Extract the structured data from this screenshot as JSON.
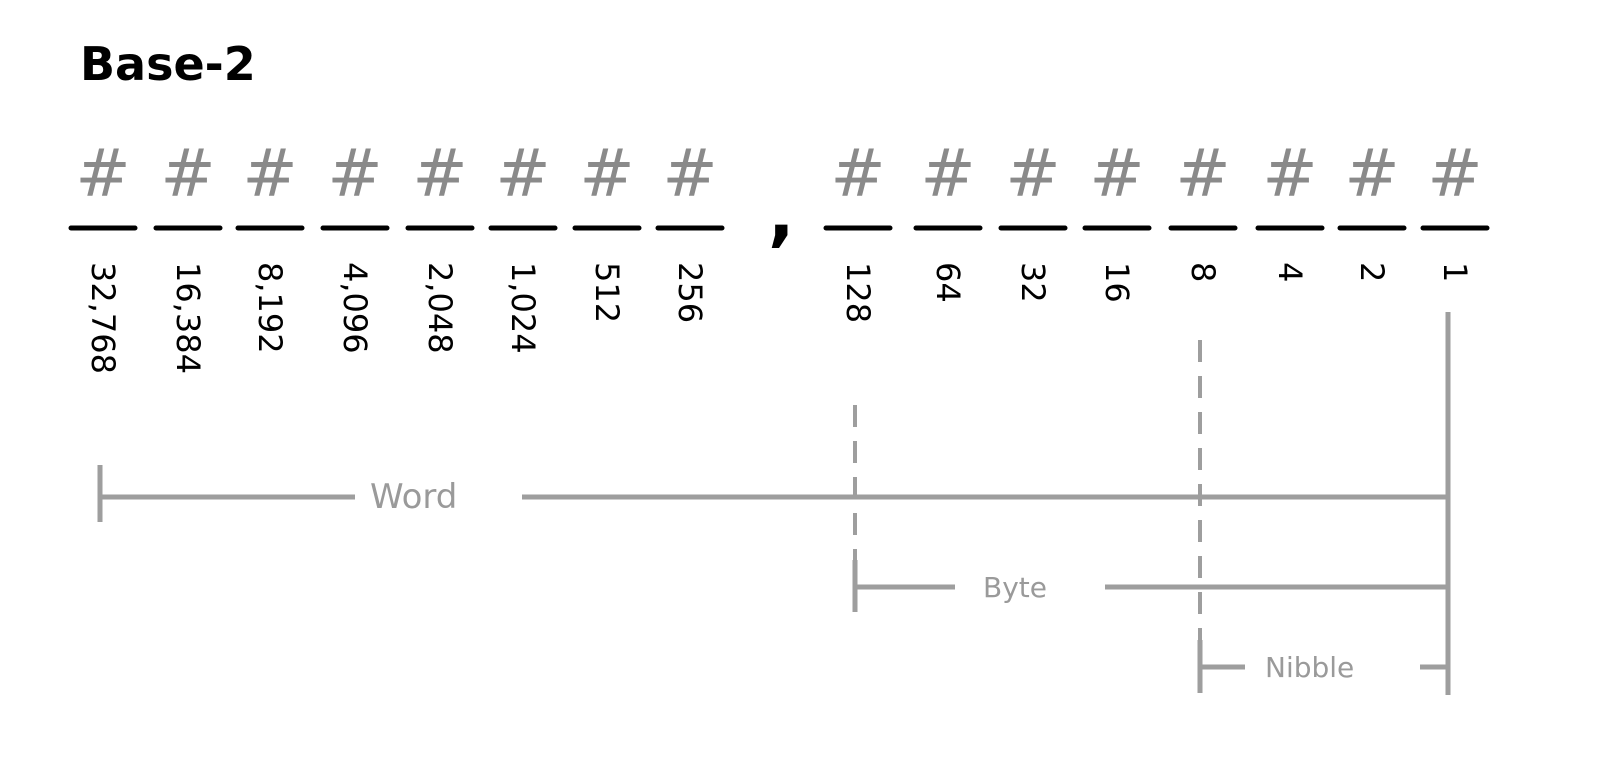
{
  "title": "Base-2",
  "digit_symbol": "#",
  "separator": ",",
  "place_values": [
    "32,768",
    "16,384",
    "8,192",
    "4,096",
    "2,048",
    "1,024",
    "512",
    "256",
    "128",
    "64",
    "32",
    "16",
    "8",
    "4",
    "2",
    "1"
  ],
  "groups": {
    "word": "Word",
    "byte": "Byte",
    "nibble": "Nibble"
  },
  "colors": {
    "ink": "#000000",
    "annotation": "#9e9e9e"
  }
}
